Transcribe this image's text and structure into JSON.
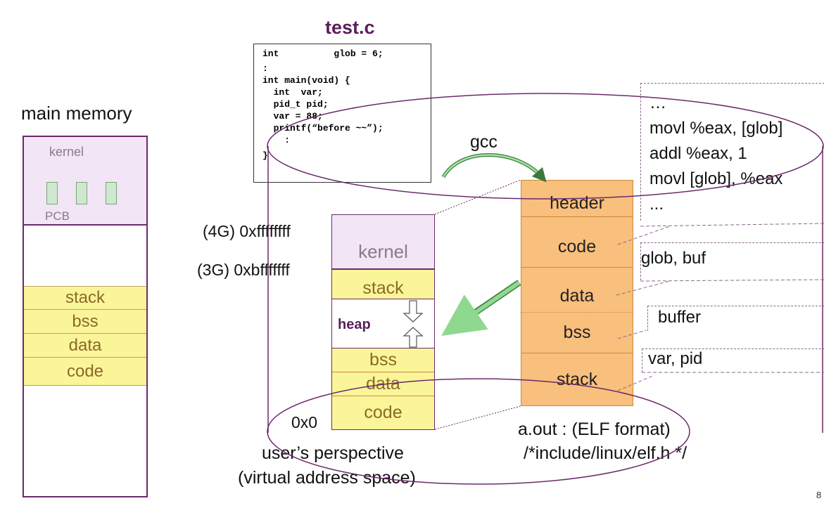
{
  "colors": {
    "frame": "#6b2a6b",
    "title": "#5a1f5a",
    "kernel_fill": "#f2e5f6",
    "segment_yellow": "#fbf599",
    "segment_orange": "#f9bf7c",
    "segment_line": "#c98a3c",
    "pcb_box": "#cfe8cf",
    "arrow_green": "#8fd88f",
    "dash": "#8a6a8a",
    "muted_text": "#8b7a8b"
  },
  "source": {
    "title": "test.c",
    "lines": [
      "int          glob = 6;",
      ":",
      "int main(void) {",
      "  int  var;",
      "  pid_t pid;",
      "  var = 88;",
      "  printf(“before ~~”);",
      "    :",
      "}"
    ]
  },
  "compile": {
    "label": "gcc"
  },
  "main_memory": {
    "title": "main memory",
    "kernel_label": "kernel",
    "pcb_label": "PCB",
    "segments": [
      "stack",
      "bss",
      "data",
      "code"
    ]
  },
  "virtual": {
    "addr_top": "(4G) 0xffffffff",
    "addr_kernel": "(3G) 0xbfffffff",
    "addr_bottom": "0x0",
    "kernel_label": "kernel",
    "stack_label": "stack",
    "heap_label": "heap",
    "bss_label": "bss",
    "data_label": "data",
    "code_label": "code",
    "caption_line1": "user’s perspective",
    "caption_line2": "(virtual address space)"
  },
  "elf": {
    "sections": [
      "header",
      "code",
      "data",
      "bss",
      "stack"
    ],
    "caption_line1": "a.out : (ELF format)",
    "caption_line2": "/*include/linux/elf.h */"
  },
  "notes": {
    "asm_lines": [
      "…",
      "movl %eax, [glob]",
      "addl %eax, 1",
      "movl [glob], %eax",
      "..."
    ],
    "data_vars": "glob, buf",
    "bss_vars": "buffer",
    "stack_vars": "var, pid"
  },
  "page_number": "8"
}
